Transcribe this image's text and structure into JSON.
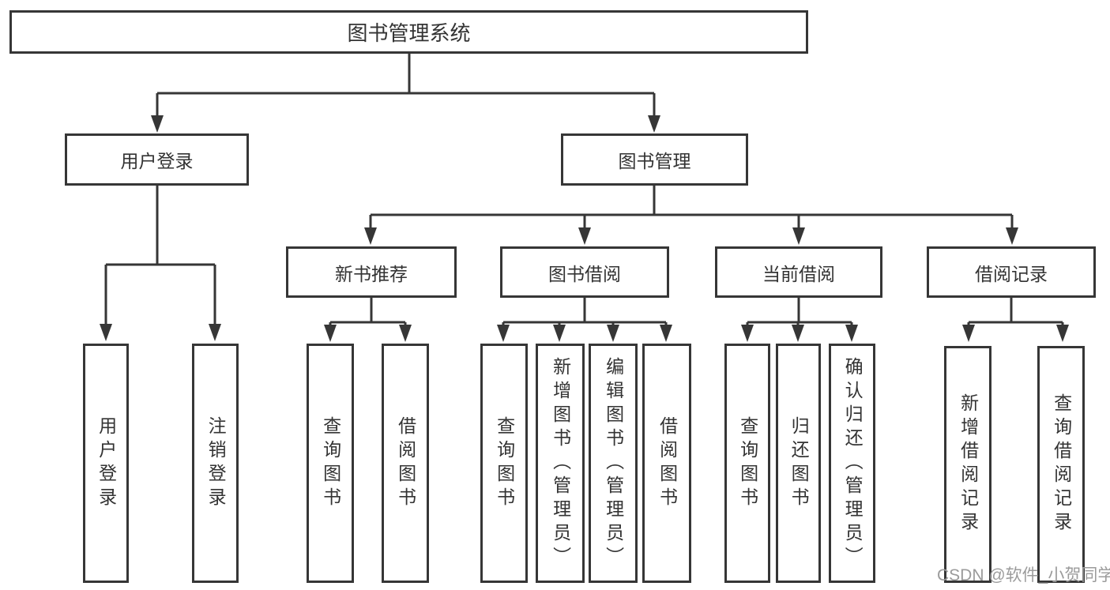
{
  "diagram": {
    "root": "图书管理系统",
    "level2": [
      "用户登录",
      "图书管理"
    ],
    "level3": [
      "新书推荐",
      "图书借阅",
      "当前借阅",
      "借阅记录"
    ],
    "leaves": [
      "用户登录",
      "注销登录",
      "查询图书",
      "借阅图书",
      "查询图书",
      "新增图书（管理员）",
      "编辑图书（管理员）",
      "借阅图书",
      "查询图书",
      "归还图书",
      "确认归还（管理员）",
      "新增借阅记录",
      "查询借阅记录"
    ],
    "watermark": "CSDN @软件_小贺同学",
    "colors": {
      "line": "#363636",
      "text": "#333333",
      "watermark": "#9b9b9b",
      "background": "#ffffff"
    }
  }
}
